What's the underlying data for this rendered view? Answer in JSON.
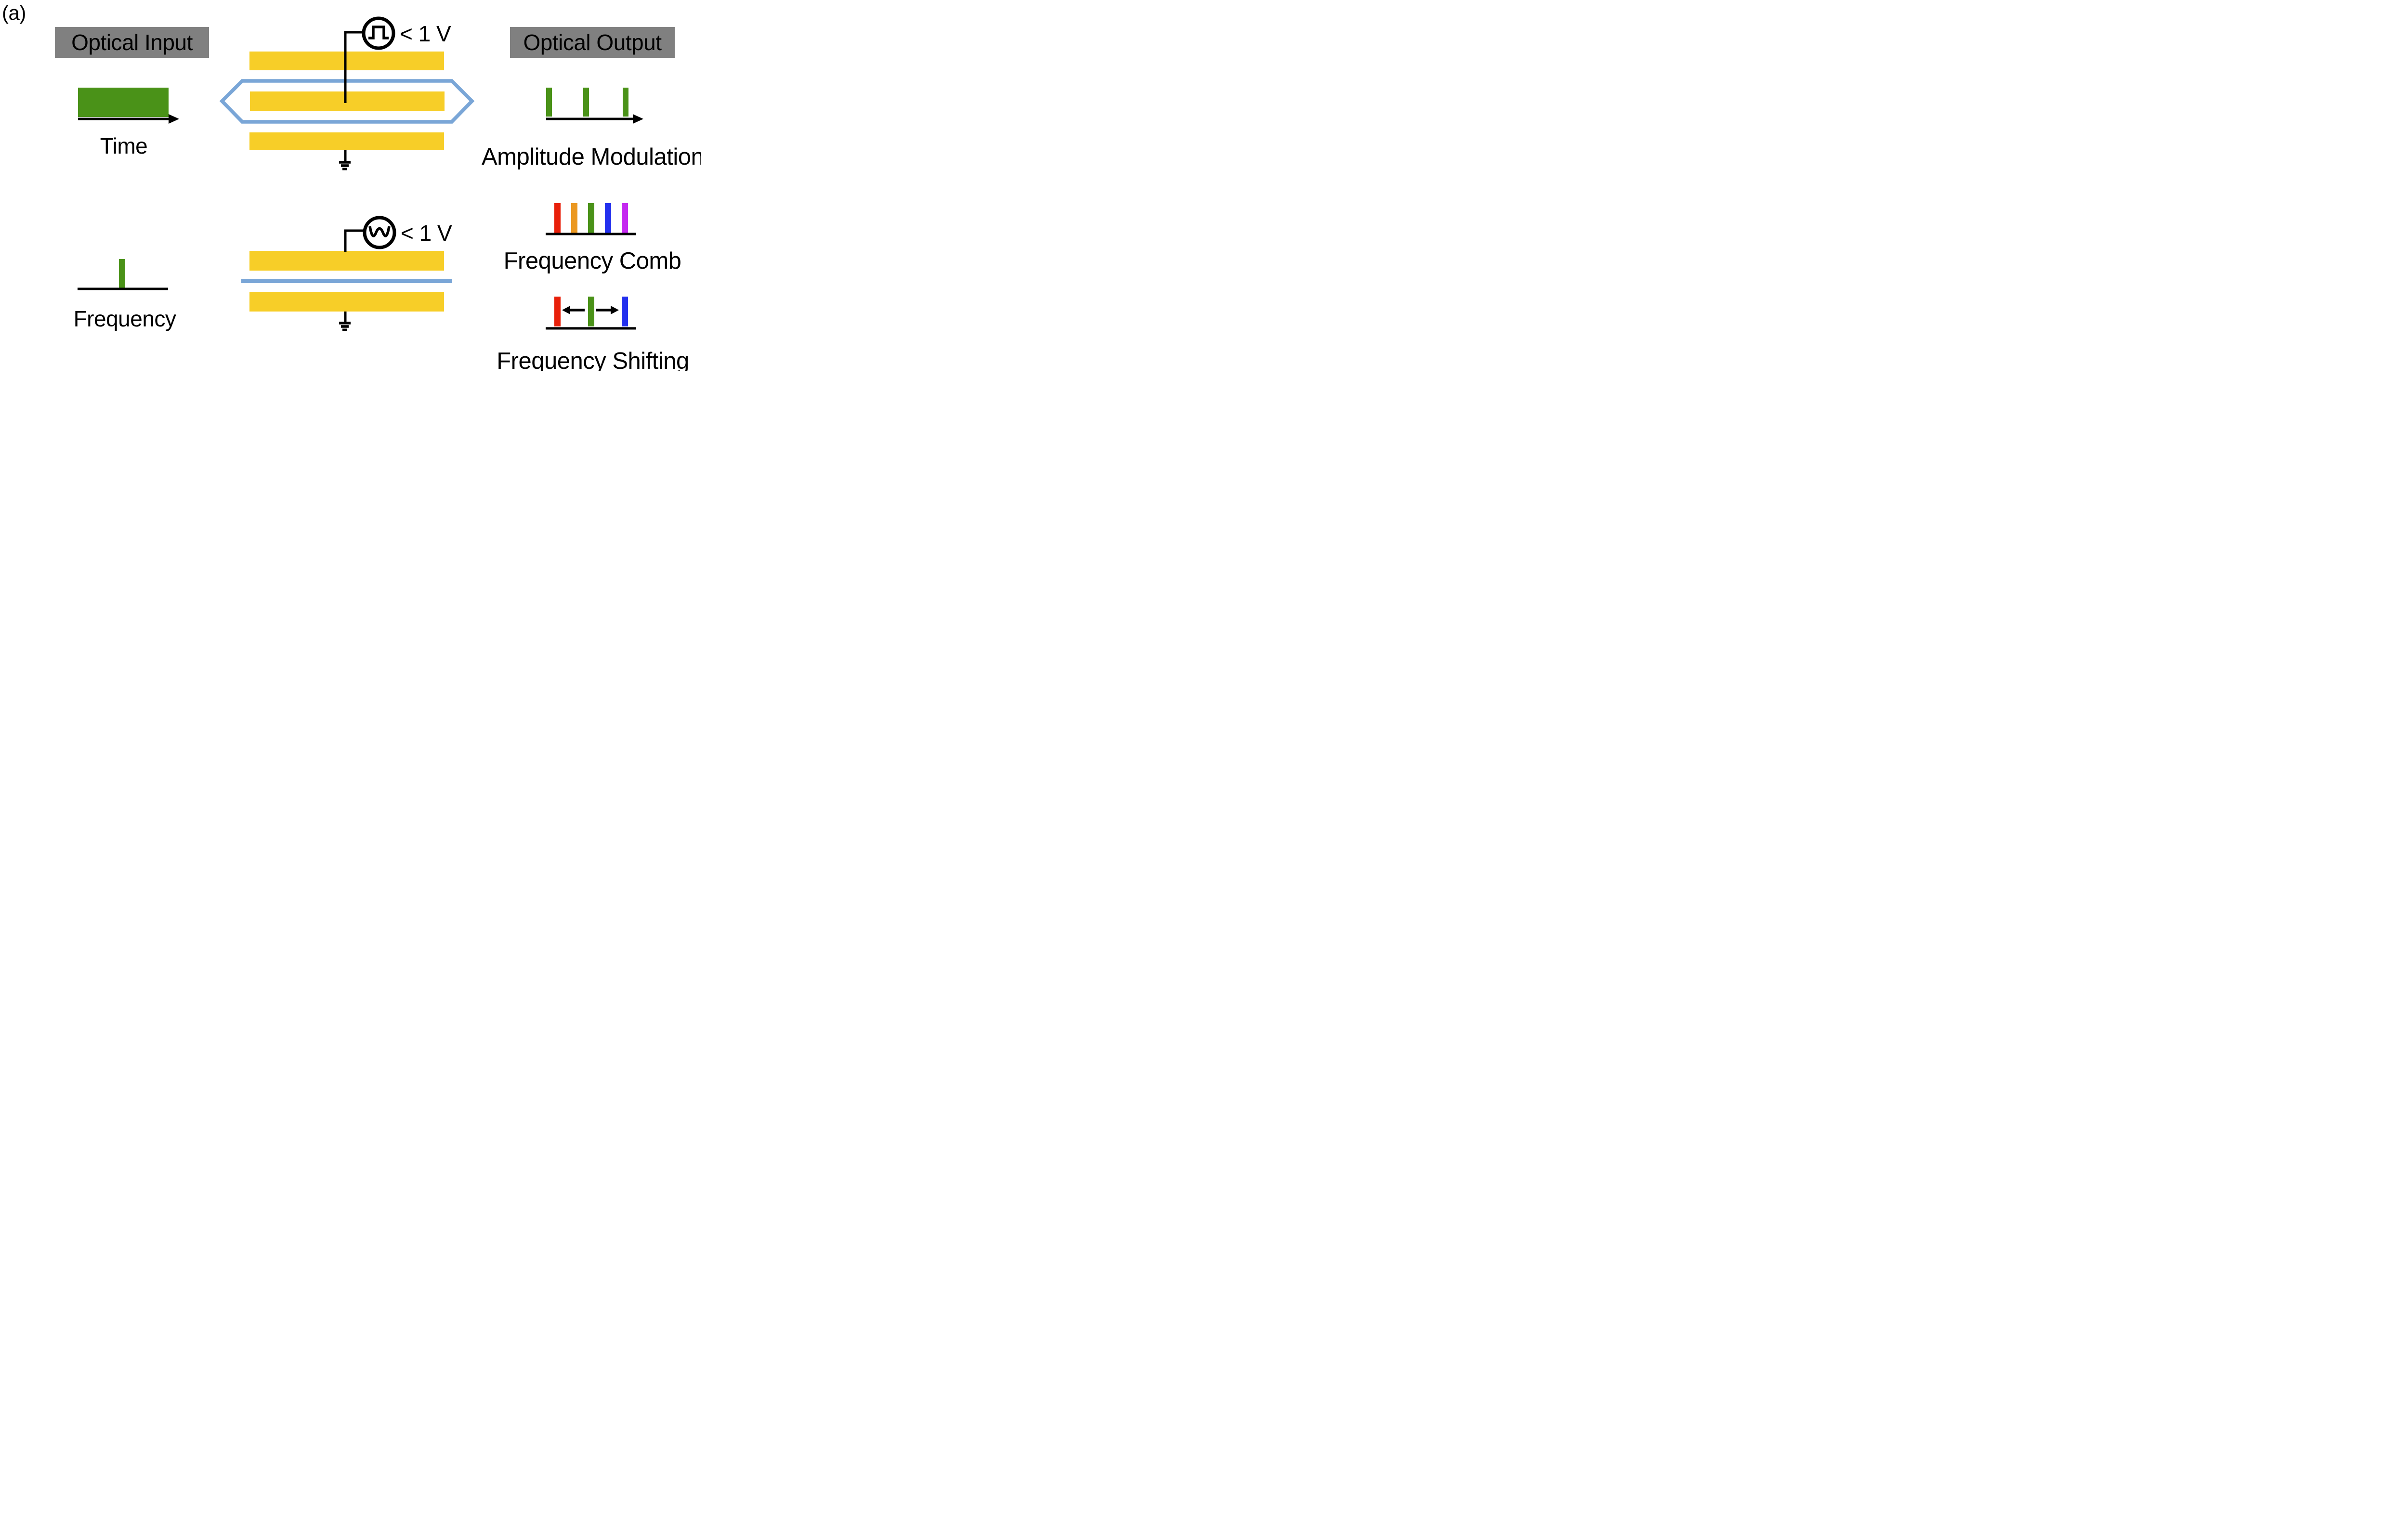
{
  "figure": {
    "panel_label": "(a)"
  },
  "colors": {
    "gray_box": "#808080",
    "gold": "#F7CE28",
    "waveguide_blue": "#7AA6D7",
    "green": "#4A9218",
    "red": "#E8200A",
    "orange": "#EB9821",
    "blue": "#2330EE",
    "magenta": "#C428F0",
    "black": "#000000"
  },
  "input": {
    "title": "Optical Input",
    "time_axis_label": "Time",
    "frequency_axis_label": "Frequency"
  },
  "output": {
    "title": "Optical Output",
    "amplitude_label": "Amplitude Modulation",
    "comb_label": "Frequency Comb",
    "shifting_label": "Frequency Shifting"
  },
  "modulators": {
    "top_voltage": "< 1 V",
    "bottom_voltage": "< 1 V",
    "top_source_icon": "square-pulse-source",
    "bottom_source_icon": "sine-wave-source",
    "top_waveguide": "racetrack-resonator",
    "bottom_waveguide": "straight-waveguide"
  },
  "amplitude_output": {
    "pulse_count": 3,
    "pulse_color": "#4A9218"
  },
  "comb": {
    "bar_colors": [
      "#E8200A",
      "#EB9821",
      "#4A9218",
      "#2330EE",
      "#C428F0"
    ]
  },
  "shifting": {
    "bar_colors": [
      "#E8200A",
      "#4A9218",
      "#2330EE"
    ]
  }
}
